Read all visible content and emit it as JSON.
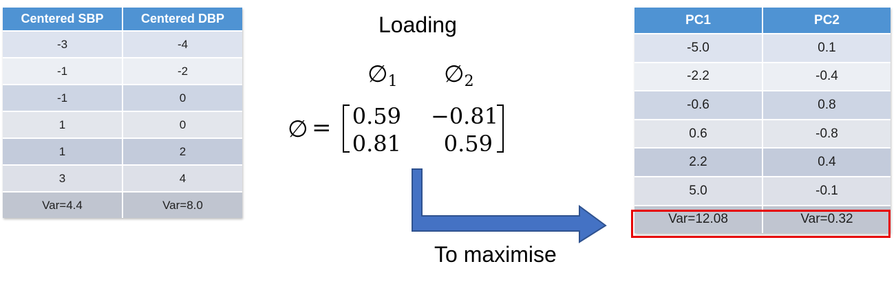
{
  "left_table": {
    "headers": [
      "Centered SBP",
      "Centered DBP"
    ],
    "rows": [
      [
        "-3",
        "-4"
      ],
      [
        "-1",
        "-2"
      ],
      [
        "-1",
        "0"
      ],
      [
        "1",
        "0"
      ],
      [
        "1",
        "2"
      ],
      [
        "3",
        "4"
      ]
    ],
    "var_row": [
      "Var=4.4",
      "Var=8.0"
    ]
  },
  "loading": {
    "title": "Loading",
    "phi": "∅",
    "col_labels": [
      {
        "symbol": "∅",
        "sub": "1"
      },
      {
        "symbol": "∅",
        "sub": "2"
      }
    ],
    "equals": "=",
    "matrix": [
      [
        "0.59",
        "−0.81"
      ],
      [
        "0.81",
        "0.59"
      ]
    ]
  },
  "arrow": {
    "label": "To maximise",
    "color": "#4472c4"
  },
  "right_table": {
    "headers": [
      "PC1",
      "PC2"
    ],
    "rows": [
      [
        "-5.0",
        "0.1"
      ],
      [
        "-2.2",
        "-0.4"
      ],
      [
        "-0.6",
        "0.8"
      ],
      [
        "0.6",
        "-0.8"
      ],
      [
        "2.2",
        "0.4"
      ],
      [
        "5.0",
        "-0.1"
      ]
    ],
    "var_row": [
      "Var=12.08",
      "Var=0.32"
    ],
    "highlight_color": "#e60000"
  },
  "colors": {
    "header_blue": "#4f93d3"
  }
}
